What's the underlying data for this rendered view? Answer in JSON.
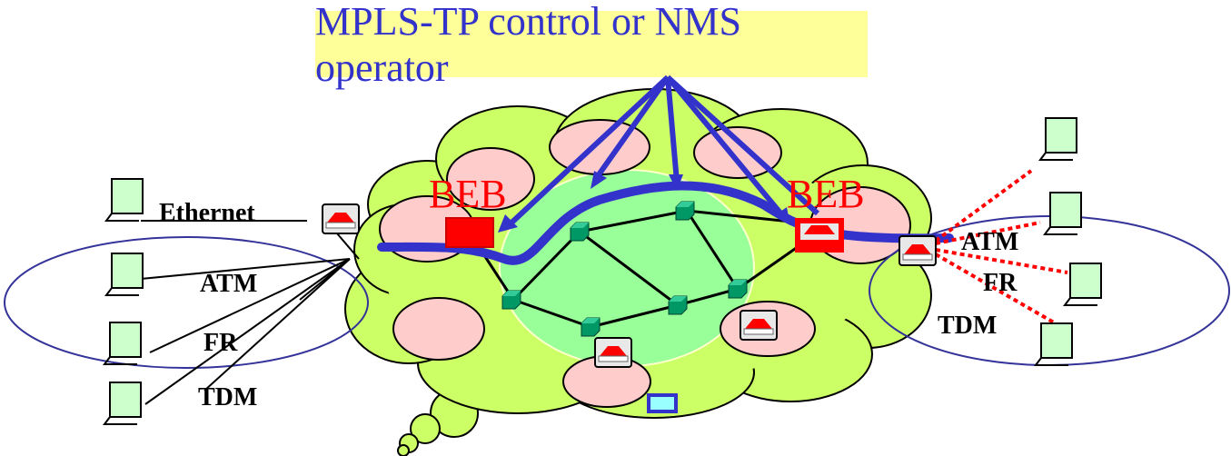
{
  "banner": {
    "text": "MPLS-TP control or NMS operator"
  },
  "left_site": {
    "labels": {
      "ethernet": "Ethernet",
      "atm": "ATM",
      "fr": "FR",
      "tdm": "TDM"
    }
  },
  "right_site": {
    "labels": {
      "atm": "ATM",
      "fr": "FR",
      "tdm": "TDM"
    }
  },
  "core": {
    "beb_left": "BEB",
    "beb_right": "BEB"
  },
  "colors": {
    "cloud": "#ccff66",
    "inner_core": "#99ff99",
    "bubble": "#ffcccc",
    "banner": "#ffff99",
    "control_path": "#3333cc",
    "beb": "#ff0000",
    "node": "#009966",
    "terminal": "#ccffcc",
    "site_ellipse": "#333399",
    "dotted_link": "#ff0000"
  }
}
